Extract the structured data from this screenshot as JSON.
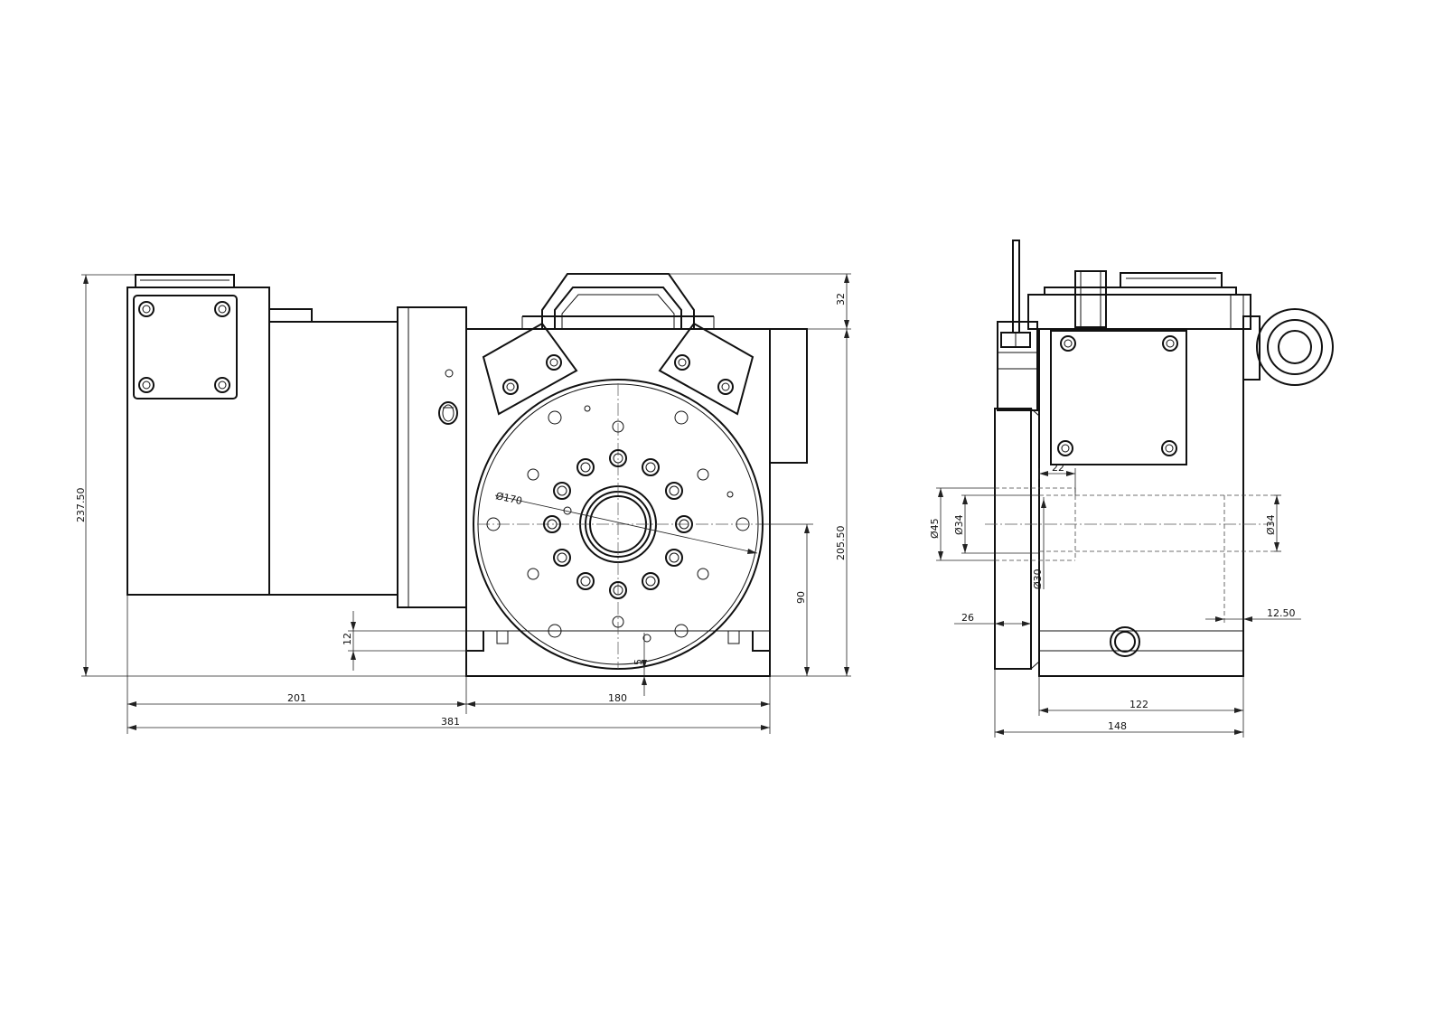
{
  "front_view": {
    "dimensions": {
      "overall_height": "237.50",
      "height_to_table": "205.50",
      "handle_height": "32",
      "center_height": "90",
      "base_step": "12",
      "bottom_offset": "5",
      "table_diameter": "Ø170",
      "motor_length": "201",
      "body_width": "180",
      "overall_width": "381"
    }
  },
  "side_view": {
    "dimensions": {
      "depth_22": "22",
      "bore_45": "Ø45",
      "bore_34_left": "Ø34",
      "bore_34_right": "Ø34",
      "bore_30": "Ø30",
      "flange_26": "26",
      "offset_12_50": "12.50",
      "base_depth": "122",
      "overall_depth": "148"
    }
  }
}
